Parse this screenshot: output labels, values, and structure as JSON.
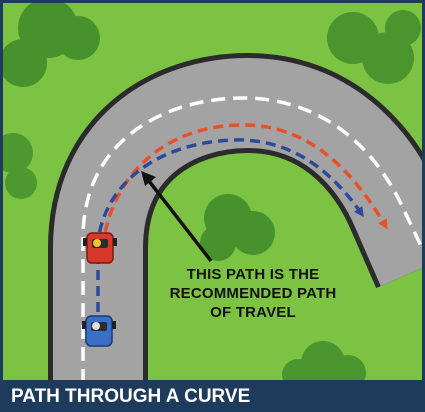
{
  "caption": "PATH THROUGH A CURVE",
  "callout": {
    "line1": "THIS PATH IS THE",
    "line2": "RECOMMENDED PATH",
    "line3": "OF TRAVEL"
  },
  "colors": {
    "grass": "#7cc243",
    "road": "#a3a3a3",
    "road_edge": "#2b2b2b",
    "center_line": "#ffffff",
    "path_red": "#e8502a",
    "path_blue": "#2b4a9c",
    "caption_bar": "#1f3b5c"
  },
  "icons": {
    "car_front": "red-car-icon",
    "car_rear": "blue-car-icon",
    "trees": "tree-icon",
    "pointer": "arrow-icon"
  }
}
